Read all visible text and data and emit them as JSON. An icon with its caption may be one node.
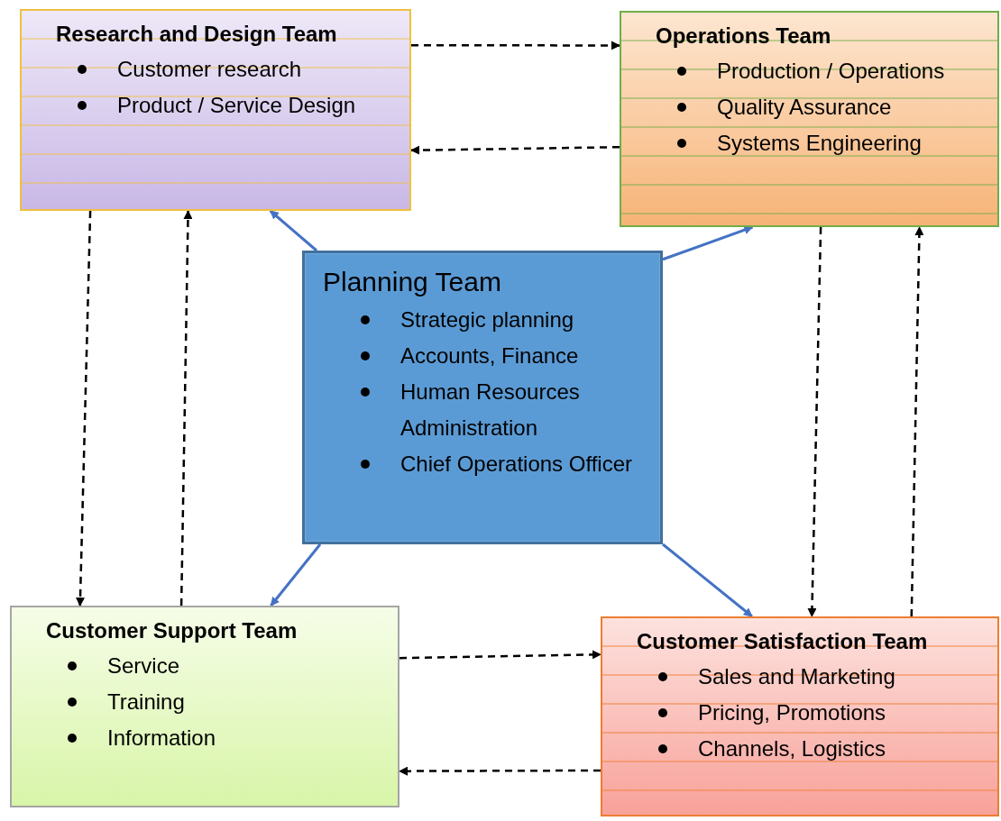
{
  "diagram": {
    "nodes": [
      {
        "text": [
          "Research and Design Team",
          "Customer research",
          "Product / Service Design"
        ]
      },
      {
        "text": [
          "Operations Team",
          "Production / Operations",
          "Quality Assurance",
          "Systems Engineering"
        ]
      },
      {
        "text": [
          "Planning Team",
          "Strategic planning",
          "Accounts, Finance",
          "Human Resources Administration",
          "Chief Operations Officer"
        ]
      },
      {
        "text": [
          "Customer Support Team",
          "Service",
          "Training",
          "Information"
        ]
      },
      {
        "text": [
          "Customer Satisfaction Team",
          "Sales and Marketing",
          "Pricing, Promotions",
          "Channels, Logistics"
        ]
      }
    ],
    "edges": [
      {
        "from": 0,
        "to": 1,
        "arrow": "to",
        "style": "dashed"
      },
      {
        "from": 1,
        "to": 0,
        "arrow": "to",
        "style": "dashed"
      },
      {
        "from": 0,
        "to": 3,
        "arrow": "to",
        "style": "dashed"
      },
      {
        "from": 3,
        "to": 0,
        "arrow": "to",
        "style": "dashed"
      },
      {
        "from": 1,
        "to": 4,
        "arrow": "to",
        "style": "dashed"
      },
      {
        "from": 4,
        "to": 1,
        "arrow": "to",
        "style": "dashed"
      },
      {
        "from": 3,
        "to": 4,
        "arrow": "to",
        "style": "dashed"
      },
      {
        "from": 4,
        "to": 3,
        "arrow": "to",
        "style": "dashed"
      },
      {
        "from": 2,
        "to": 0,
        "arrow": "to",
        "color": "#4472c4"
      },
      {
        "from": 2,
        "to": 1,
        "arrow": "to",
        "color": "#4472c4"
      },
      {
        "from": 2,
        "to": 3,
        "arrow": "to",
        "color": "#4472c4"
      },
      {
        "from": 2,
        "to": 4,
        "arrow": "to",
        "color": "#4472c4"
      }
    ]
  }
}
